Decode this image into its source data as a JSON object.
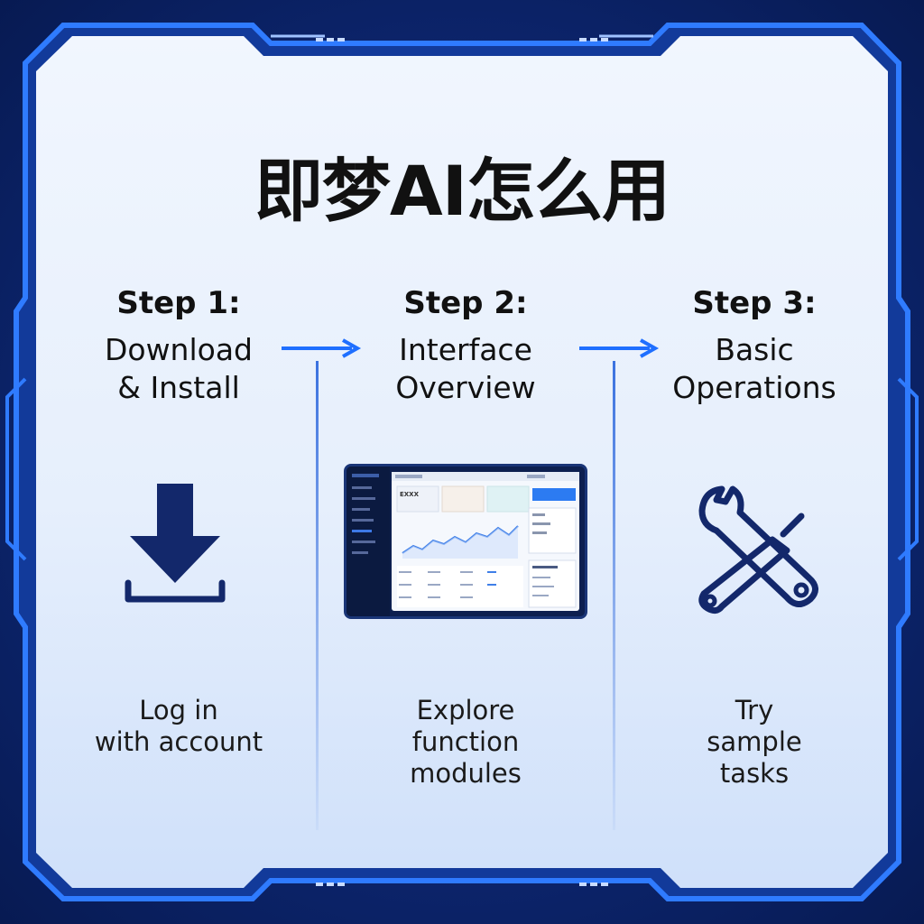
{
  "title": "即梦AI怎么用",
  "colors": {
    "frame_outer": "#0a1f5c",
    "frame_accent": "#2f7bff",
    "panel_light": "#e9f1fd",
    "arrow": "#1f6fff",
    "icon": "#13286b"
  },
  "steps": [
    {
      "label": "Step 1:",
      "name_lines": [
        "Download",
        "& Install"
      ],
      "icon": "download-icon",
      "desc_lines": [
        "Log in",
        "with account"
      ]
    },
    {
      "label": "Step 2:",
      "name_lines": [
        "Interface",
        "Overview"
      ],
      "icon": "dashboard-screenshot",
      "desc_lines": [
        "Explore",
        "function",
        "modules"
      ]
    },
    {
      "label": "Step 3:",
      "name_lines": [
        "Basic",
        "Operations"
      ],
      "icon": "tools-icon",
      "desc_lines": [
        "Try",
        "sample",
        "tasks"
      ]
    }
  ],
  "dashboard": {
    "card_label": "EXXX"
  }
}
